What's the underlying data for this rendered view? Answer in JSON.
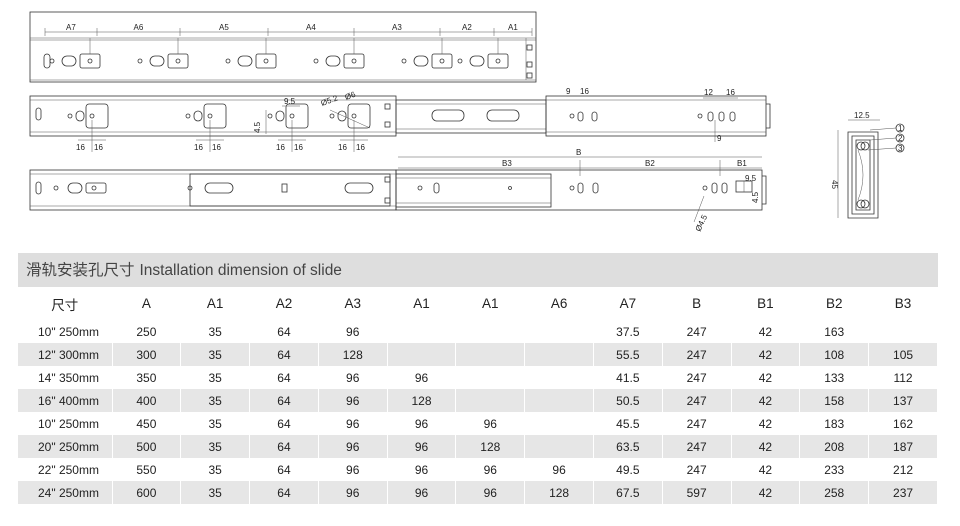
{
  "drawing": {
    "top_labels": [
      "A7",
      "A6",
      "A5",
      "A4",
      "A3",
      "A2",
      "A1"
    ],
    "mid_labels": {
      "sixteen": "16",
      "nine_five": "9.5",
      "four_five": "4.5",
      "diam_five_two": "Ø5.2",
      "diam_six": "Ø6",
      "nine": "9",
      "twelve": "12"
    },
    "bottom_labels": {
      "B": "B",
      "B1": "B1",
      "B2": "B2",
      "B3": "B3",
      "nine_five": "9.5",
      "four_five": "4.5",
      "diam_four_five": "Ø4.5"
    },
    "section_labels": {
      "width": "12.5",
      "height": "45",
      "callouts": [
        "1",
        "2",
        "3"
      ]
    }
  },
  "table": {
    "title_cn": "滑轨安装孔尺寸",
    "title_en": "Installation dimension of slide",
    "headers": [
      "尺寸",
      "A",
      "A1",
      "A2",
      "A3",
      "A1",
      "A1",
      "A6",
      "A7",
      "B",
      "B1",
      "B2",
      "B3"
    ],
    "rows": [
      [
        "10\" 250mm",
        "250",
        "35",
        "64",
        "96",
        "",
        "",
        "",
        "37.5",
        "247",
        "42",
        "163",
        ""
      ],
      [
        "12\" 300mm",
        "300",
        "35",
        "64",
        "128",
        "",
        "",
        "",
        "55.5",
        "247",
        "42",
        "108",
        "105"
      ],
      [
        "14\" 350mm",
        "350",
        "35",
        "64",
        "96",
        "96",
        "",
        "",
        "41.5",
        "247",
        "42",
        "133",
        "112"
      ],
      [
        "16\" 400mm",
        "400",
        "35",
        "64",
        "96",
        "128",
        "",
        "",
        "50.5",
        "247",
        "42",
        "158",
        "137"
      ],
      [
        "10\" 250mm",
        "450",
        "35",
        "64",
        "96",
        "96",
        "96",
        "",
        "45.5",
        "247",
        "42",
        "183",
        "162"
      ],
      [
        "20\" 250mm",
        "500",
        "35",
        "64",
        "96",
        "96",
        "128",
        "",
        "63.5",
        "247",
        "42",
        "208",
        "187"
      ],
      [
        "22\" 250mm",
        "550",
        "35",
        "64",
        "96",
        "96",
        "96",
        "96",
        "49.5",
        "247",
        "42",
        "233",
        "212"
      ],
      [
        "24\" 250mm",
        "600",
        "35",
        "64",
        "96",
        "96",
        "96",
        "128",
        "67.5",
        "597",
        "42",
        "258",
        "237"
      ]
    ]
  }
}
